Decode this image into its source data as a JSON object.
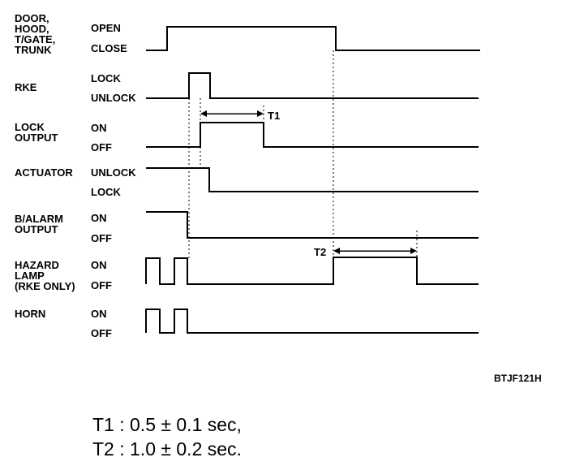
{
  "signals": [
    {
      "id": "door",
      "name_lines": [
        "DOOR,",
        "HOOD,",
        "T/GATE,",
        "TRUNK"
      ],
      "state_high": "OPEN",
      "state_low": "CLOSE"
    },
    {
      "id": "rke",
      "name_lines": [
        "RKE"
      ],
      "state_high": "LOCK",
      "state_low": "UNLOCK"
    },
    {
      "id": "lock-output",
      "name_lines": [
        "LOCK",
        "OUTPUT"
      ],
      "state_high": "ON",
      "state_low": "OFF"
    },
    {
      "id": "actuator",
      "name_lines": [
        "ACTUATOR"
      ],
      "state_high": "UNLOCK",
      "state_low": "LOCK"
    },
    {
      "id": "b-alarm-output",
      "name_lines": [
        "B/ALARM",
        "OUTPUT"
      ],
      "state_high": "ON",
      "state_low": "OFF"
    },
    {
      "id": "hazard-lamp",
      "name_lines": [
        "HAZARD",
        "LAMP",
        "(RKE ONLY)"
      ],
      "state_high": "ON",
      "state_low": "OFF"
    },
    {
      "id": "horn",
      "name_lines": [
        "HORN"
      ],
      "state_high": "ON",
      "state_low": "OFF"
    }
  ],
  "timing": {
    "t1_label": "T1",
    "t2_label": "T2"
  },
  "figure_code": "BTJF121H",
  "formulas": [
    {
      "label": "T1",
      "sep": ":",
      "value": "0.5 ± 0.1 sec,"
    },
    {
      "label": "T2",
      "sep": ":",
      "value": "1.0 ± 0.2 sec."
    }
  ]
}
